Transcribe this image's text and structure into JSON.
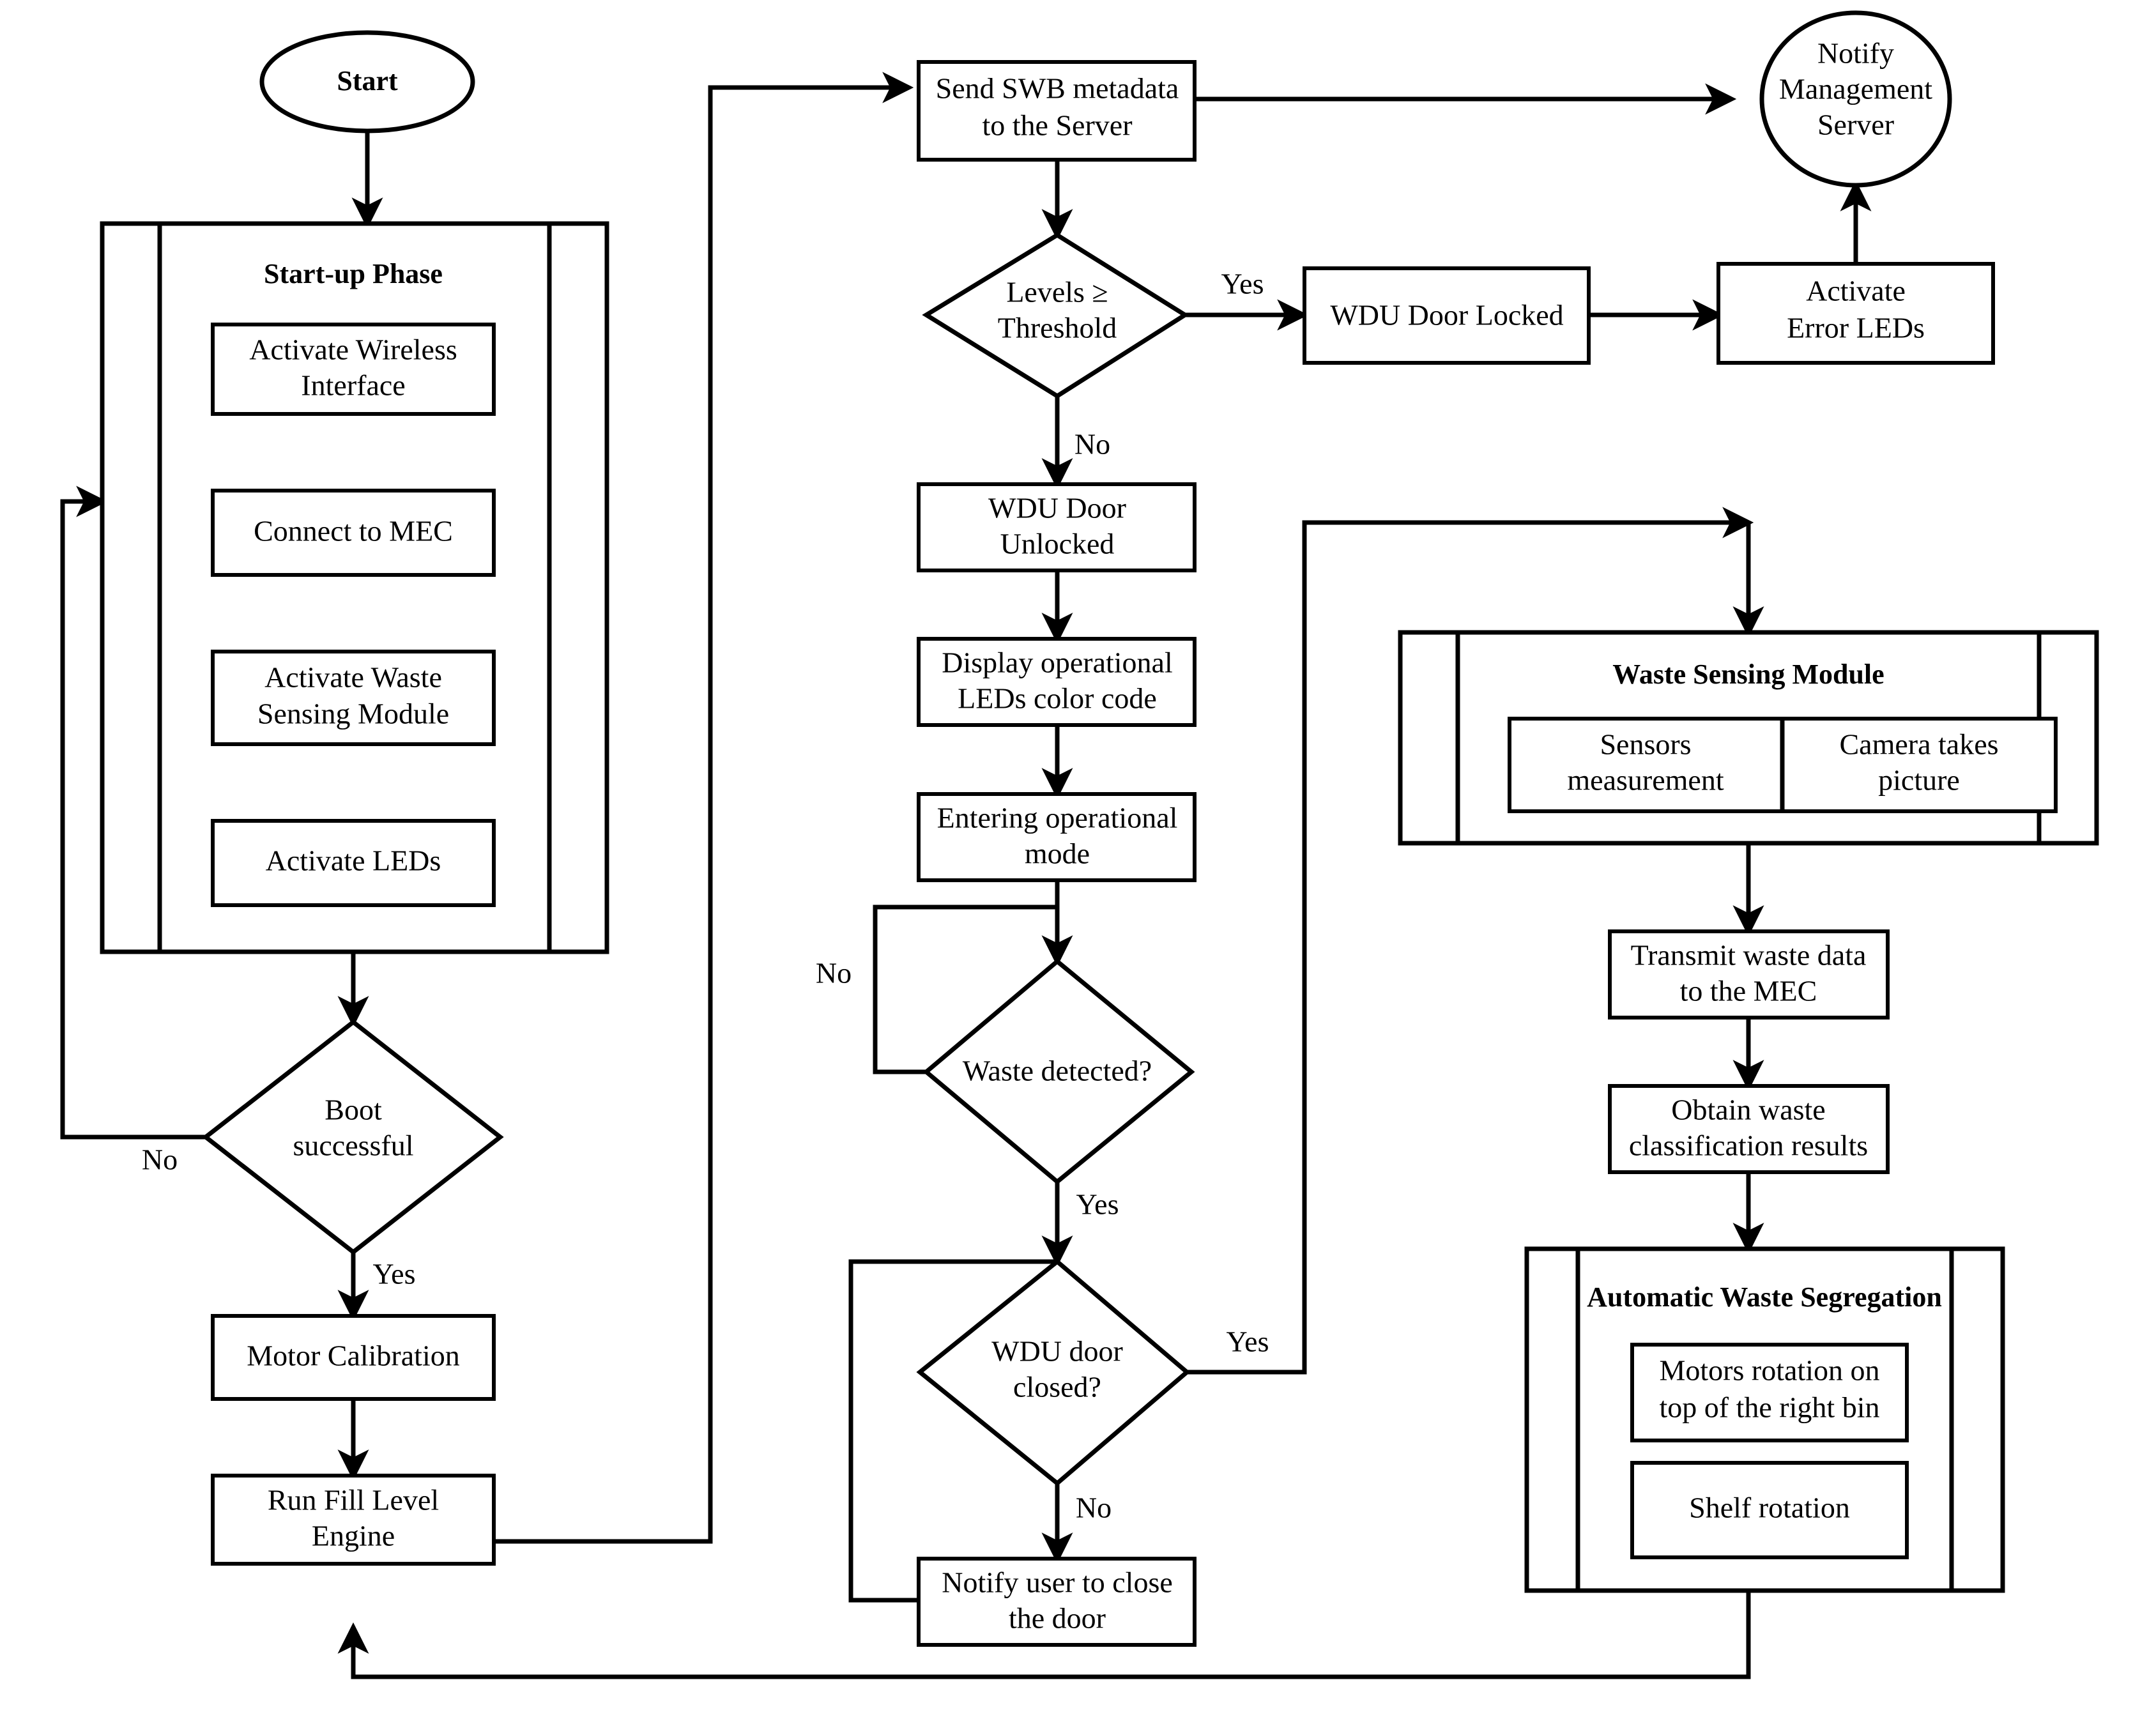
{
  "diagram": {
    "title": "Smart Waste Bin operational flowchart",
    "stroke_color": "#000000",
    "fill_color": "#ffffff"
  },
  "nodes": {
    "start": "Start",
    "startup_phase_title": "Start-up Phase",
    "activate_wireless_interface": "Activate Wireless\nInterface",
    "connect_to_mec": "Connect to MEC",
    "activate_waste_sensing_module": "Activate Waste\nSensing Module",
    "activate_leds": "Activate LEDs",
    "boot_successful": "Boot\nsuccessful",
    "motor_calibration": "Motor Calibration",
    "run_fill_level_engine": "Run Fill Level\nEngine",
    "send_swb_metadata": "Send SWB metadata\nto the Server",
    "levels_threshold": "Levels ≥\nThreshold",
    "wdu_door_locked": "WDU Door Locked",
    "activate_error_leds": "Activate\nError LEDs",
    "notify_management_server": "Notify\nManagement\nServer",
    "wdu_door_unlocked": "WDU Door\nUnlocked",
    "display_operational_leds": "Display operational\nLEDs color code",
    "entering_operational_mode": "Entering operational\nmode",
    "waste_detected": "Waste detected?",
    "wdu_door_closed": "WDU door\nclosed?",
    "notify_user_close_door": "Notify user to close\nthe door",
    "waste_sensing_module_title": "Waste Sensing Module",
    "sensors_measurement": "Sensors\nmeasurement",
    "camera_takes_picture": "Camera takes\npicture",
    "transmit_waste_data": "Transmit waste data\nto the MEC",
    "obtain_waste_classification": "Obtain waste\nclassification results",
    "automatic_waste_segregation_title": "Automatic Waste Segregation",
    "motors_rotation": "Motors rotation on\ntop of the right bin",
    "shelf_rotation": "Shelf rotation"
  },
  "edge_labels": {
    "boot_no": "No",
    "boot_yes": "Yes",
    "levels_yes": "Yes",
    "levels_no": "No",
    "waste_detected_no": "No",
    "waste_detected_yes": "Yes",
    "door_closed_yes": "Yes",
    "door_closed_no": "No"
  }
}
